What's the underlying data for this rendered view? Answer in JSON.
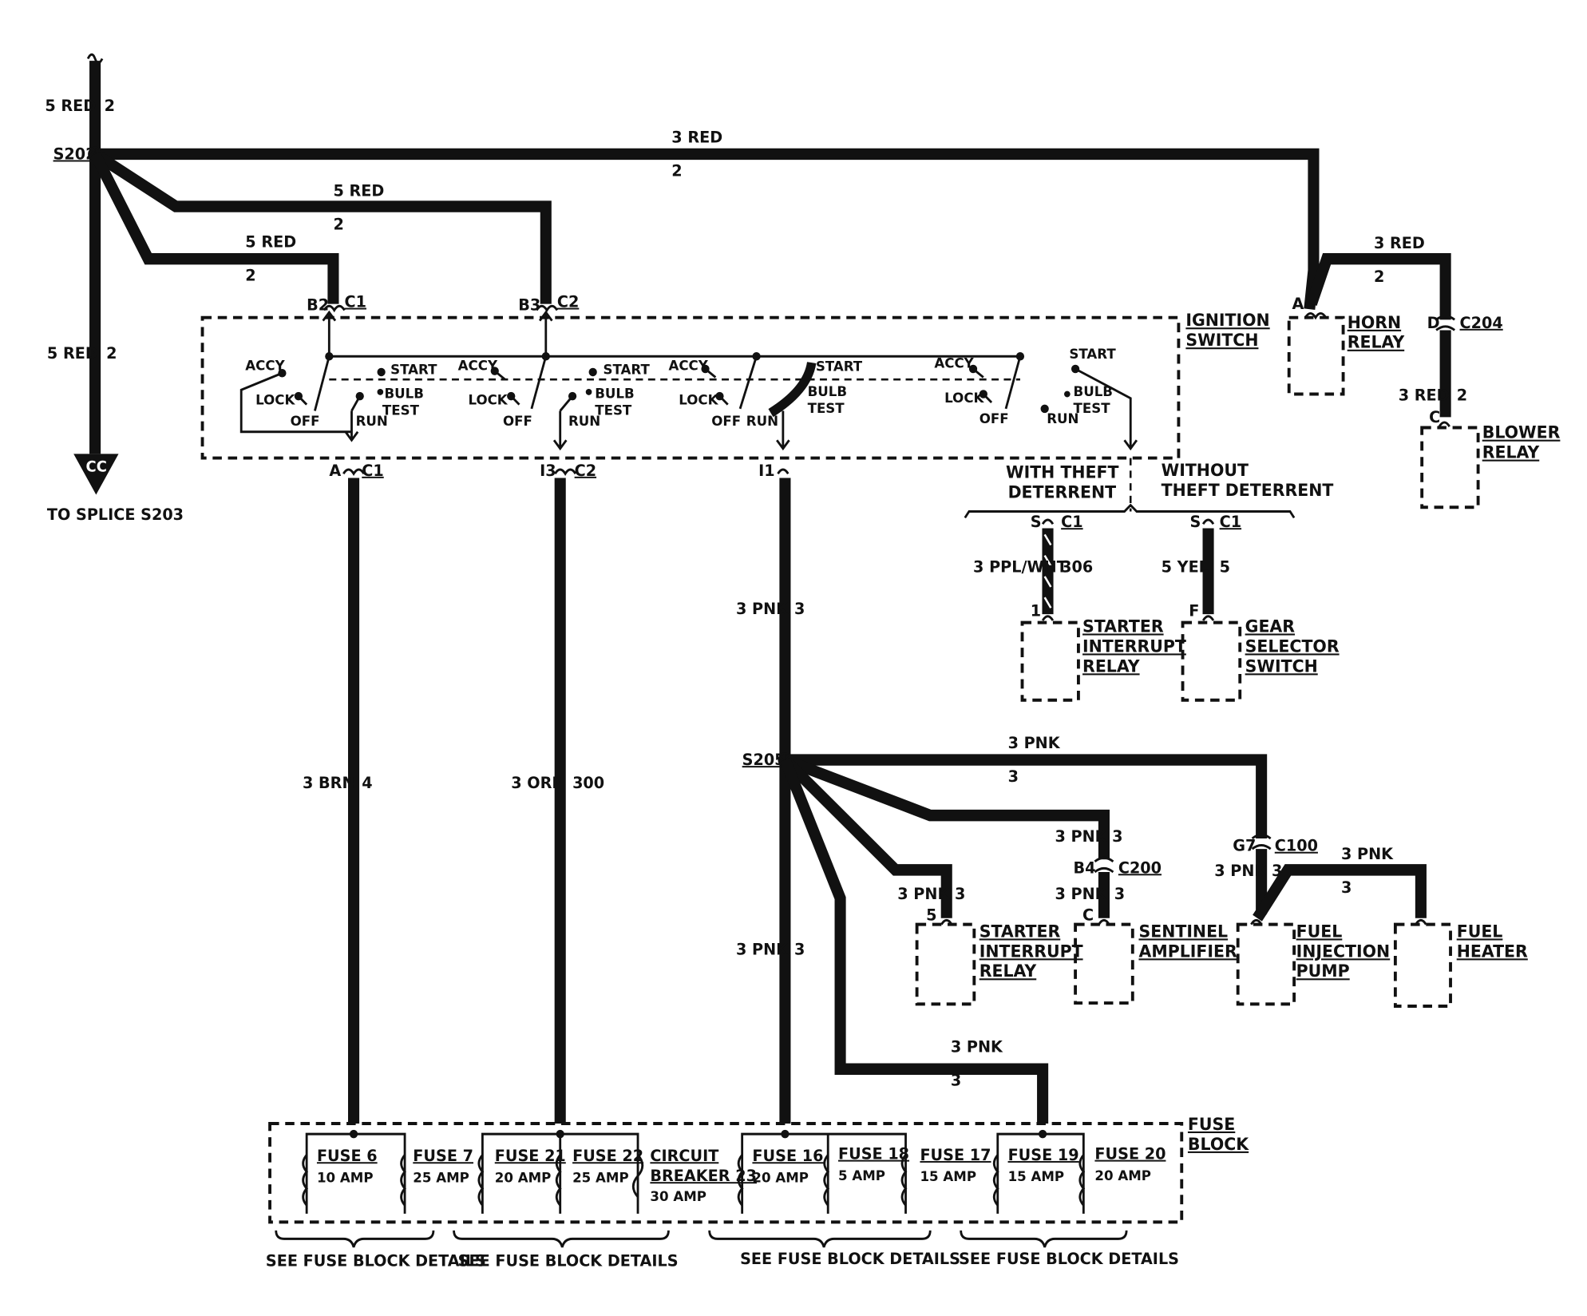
{
  "splices": {
    "s202": "S202",
    "s205": "S205"
  },
  "top": {
    "w1": "5 RED",
    "w1n": "2",
    "w2": "5 RED",
    "w2n": "2",
    "w3": "5 RED",
    "w3n": "2",
    "w4": "3 RED",
    "w4n": "2",
    "w5": "5 RED",
    "w5n": "2",
    "cc": "CC",
    "to_splice": "TO SPLICE S203"
  },
  "ignition": {
    "title1": "IGNITION",
    "title2": "SWITCH",
    "b2": "B2",
    "c1": "C1",
    "b3": "B3",
    "c2": "C2",
    "a": "A",
    "c1b": "C1",
    "i3": "I3",
    "c2b": "C2",
    "i1": "I1",
    "accy": "ACCY",
    "lock": "LOCK",
    "off": "OFF",
    "run": "RUN",
    "start": "START",
    "bulb": "BULB",
    "test": "TEST"
  },
  "horn": {
    "title1": "HORN",
    "title2": "RELAY",
    "pin": "A"
  },
  "blower": {
    "title1": "BLOWER",
    "title2": "RELAY",
    "w": "3 RED",
    "wn": "2",
    "pinD": "D",
    "conn": "C204",
    "wire": "3 RED",
    "wiren": "2",
    "pinC": "C"
  },
  "theft": {
    "with1": "WITH THEFT",
    "with2": "DETERRENT",
    "without1": "WITHOUT",
    "without2": "THEFT DETERRENT",
    "s1": "S",
    "c1": "C1",
    "s2": "S",
    "c2": "C1",
    "w1": "3 PPL/WHT",
    "w1n": "306",
    "pin1": "1",
    "w2": "5 YEL",
    "w2n": "5",
    "pinF": "F",
    "sir1": "STARTER",
    "sir2": "INTERRUPT",
    "sir3": "RELAY",
    "gs1": "GEAR",
    "gs2": "SELECTOR",
    "gs3": "SWITCH"
  },
  "feeds": {
    "brn": "3 BRN",
    "brnn": "4",
    "orn": "3 ORN",
    "ornn": "300",
    "pnk1": "3 PNK",
    "pnk1n": "3",
    "pnk2": "3 PNK",
    "pnk2n": "3"
  },
  "s205_branches": {
    "top": "3 PNK",
    "topn": "3",
    "sent_w": "3 PNK",
    "sent_wn": "3",
    "sent_pin": "B4",
    "sent_conn": "C200",
    "sent_w2": "3 PNK",
    "sent_w2n": "3",
    "sent_c": "C",
    "sir_w": "3 PNK",
    "sir_wn": "3",
    "sir_pin": "5",
    "g7": "G7",
    "c100": "C100",
    "fi_w": "3 PNK",
    "fi_wn": "3",
    "fh_w": "3 PNK",
    "fh_wn": "3",
    "f19_w": "3 PNK",
    "f19_wn": "3"
  },
  "components": {
    "sir1": "STARTER",
    "sir2": "INTERRUPT",
    "sir3": "RELAY",
    "sa1": "SENTINEL",
    "sa2": "AMPLIFIER",
    "fi1": "FUEL",
    "fi2": "INJECTION",
    "fi3": "PUMP",
    "fh1": "FUEL",
    "fh2": "HEATER"
  },
  "fuseblock": {
    "title1": "FUSE",
    "title2": "BLOCK",
    "f6": "FUSE 6",
    "f6a": "10 AMP",
    "f7": "FUSE 7",
    "f7a": "25 AMP",
    "f21": "FUSE 21",
    "f21a": "20 AMP",
    "f22": "FUSE 22",
    "f22a": "25 AMP",
    "cb1": "CIRCUIT",
    "cb2": "BREAKER 23",
    "cba": "30 AMP",
    "f16": "FUSE 16",
    "f16a": "20 AMP",
    "f18": "FUSE 18",
    "f18a": "5 AMP",
    "f17": "FUSE 17",
    "f17a": "15 AMP",
    "f19": "FUSE 19",
    "f19a": "15 AMP",
    "f20": "FUSE 20",
    "f20a": "20 AMP",
    "see": "SEE FUSE BLOCK DETAILS"
  }
}
